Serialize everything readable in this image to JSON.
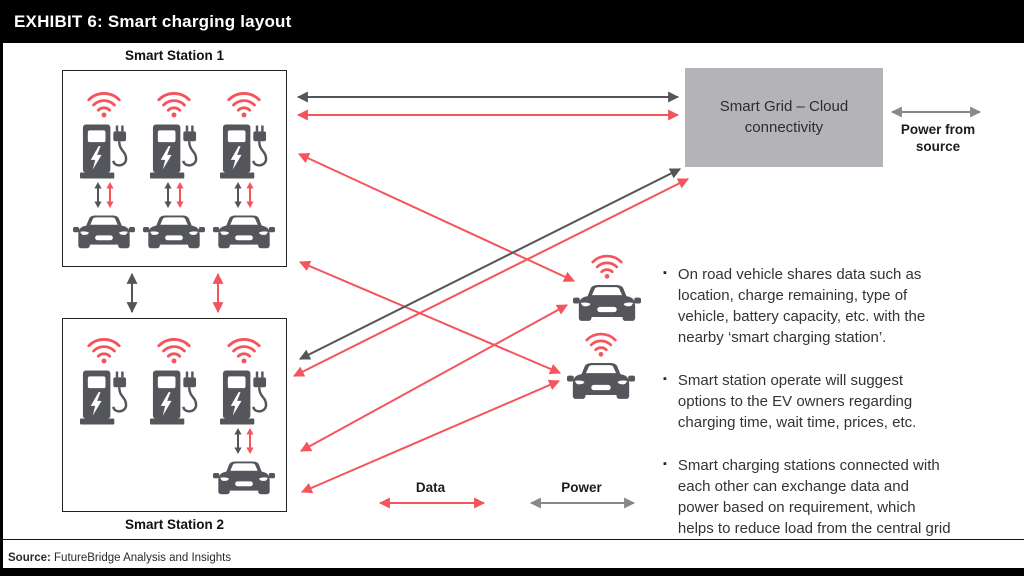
{
  "header": {
    "title": "EXHIBIT 6: Smart charging layout"
  },
  "stations": [
    {
      "label": "Smart Station 1",
      "chargers": 3,
      "cars": 3
    },
    {
      "label": "Smart Station 2",
      "chargers": 3,
      "cars": 1
    }
  ],
  "grid_box": {
    "label": "Smart Grid – Cloud\nconnectivity"
  },
  "power_from_source": {
    "label": "Power from\nsource"
  },
  "legend": {
    "data_label": "Data",
    "power_label": "Power"
  },
  "bullets": [
    "On road vehicle shares data such as\nlocation, charge remaining, type of\nvehicle, battery capacity, etc. with the\nnearby ‘smart charging station’.",
    "Smart station operate will suggest\noptions to the EV owners regarding\ncharging time, wait time, prices, etc.",
    "Smart charging stations connected with\neach other can exchange data and\npower based on requirement, which\nhelps to reduce load from the central grid"
  ],
  "source": {
    "prefix": "Source:",
    "text": " FutureBridge Analysis and Insights"
  },
  "colors": {
    "data_red": "#f4555d",
    "power_gray_dark": "#54555a",
    "power_gray_light": "#87888c",
    "icon_gray": "#55565b",
    "grid_box_bg": "#b4b4b8",
    "header_bg": "#000000"
  },
  "icons": [
    "wifi-icon",
    "ev-charger-icon",
    "car-icon"
  ]
}
